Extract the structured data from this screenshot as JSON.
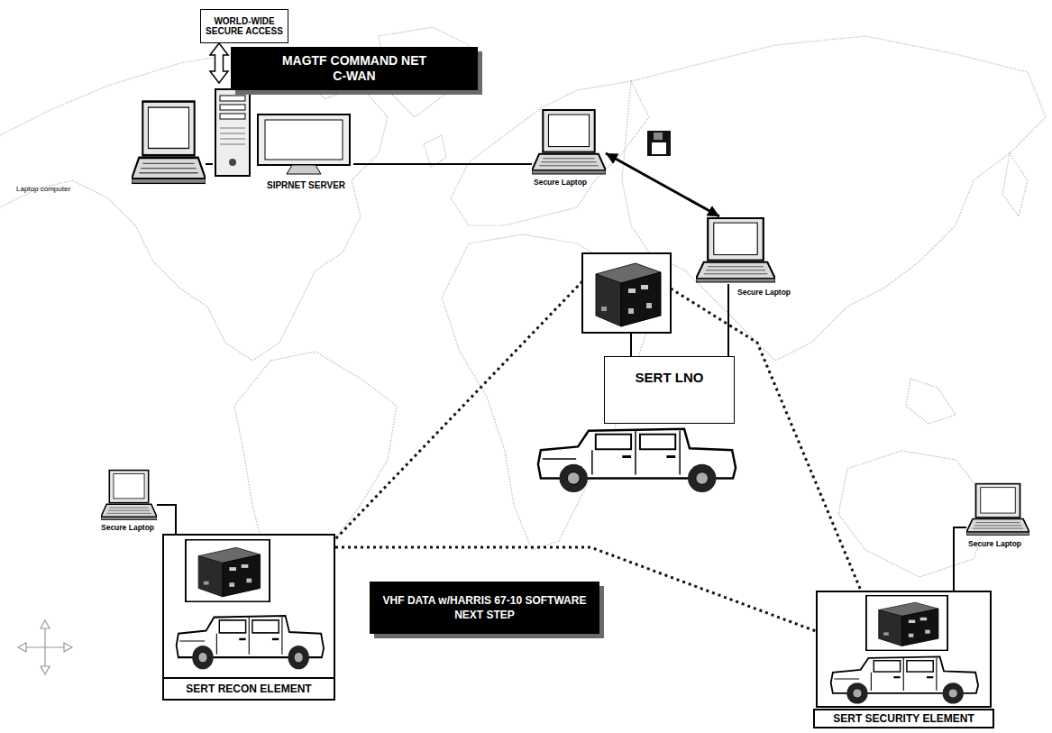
{
  "diagram": {
    "nodes": [
      {
        "text": [
          "WORLD-WIDE SECURE ACCESS"
        ]
      },
      {
        "text": [
          "MAGTF COMMAND NET",
          "C-WAN"
        ]
      },
      {
        "text": [
          "Laptop computer"
        ]
      },
      {
        "text": [
          "SIPRNET SERVER"
        ]
      },
      {
        "text": [
          "Secure Laptop"
        ]
      },
      {
        "text": [
          "Secure Laptop"
        ]
      },
      {
        "text": [
          "SERT LNO"
        ]
      },
      {
        "text": [
          "SERT RECON ELEMENT"
        ]
      },
      {
        "text": [
          "Secure Laptop"
        ]
      },
      {
        "text": [
          "VHF DATA w/HARRIS 67-10 SOFTWARE",
          "NEXT STEP"
        ]
      },
      {
        "text": [
          "Secure Laptop"
        ]
      },
      {
        "text": [
          "SERT SECURITY ELEMENT"
        ]
      }
    ],
    "edges": [
      {
        "from": 0,
        "to": 3,
        "arrow": "both"
      },
      {
        "from": 2,
        "to": 3,
        "arrow": "none"
      },
      {
        "from": 3,
        "to": 4,
        "arrow": "none"
      },
      {
        "from": 4,
        "to": 5,
        "arrow": "both"
      },
      {
        "from": 5,
        "to": 6,
        "arrow": "none"
      },
      {
        "from": 6,
        "to": 7,
        "arrow": "none"
      },
      {
        "from": 6,
        "to": 11,
        "arrow": "none"
      },
      {
        "from": 8,
        "to": 7,
        "arrow": "none"
      },
      {
        "from": 7,
        "to": 11,
        "arrow": "none"
      },
      {
        "from": 10,
        "to": 11,
        "arrow": "none"
      }
    ]
  }
}
